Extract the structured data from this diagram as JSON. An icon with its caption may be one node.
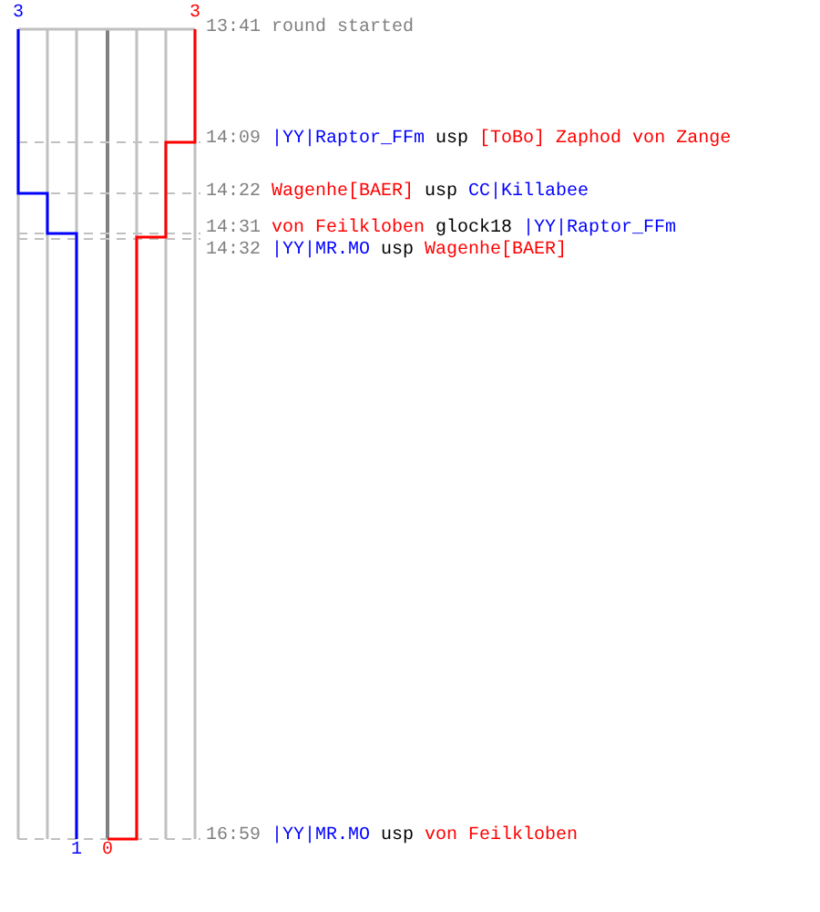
{
  "diagram": {
    "labels": [
      "3",
      "3",
      "13:41",
      "round started",
      "14:09",
      "|YY|Raptor_FFm",
      "usp",
      "[ToBo] Zaphod von Zange",
      "14:22",
      "Wagenhe[BAER]",
      "usp",
      "CC|Killabee",
      "14:31",
      "von Feilkloben",
      "glock18",
      "|YY|Raptor_FFm",
      "14:32",
      "|YY|MR.MO",
      "usp",
      "Wagenhe[BAER]",
      "16:59",
      "|YY|MR.MO",
      "usp",
      "von Feilkloben",
      "1",
      "0"
    ]
  }
}
